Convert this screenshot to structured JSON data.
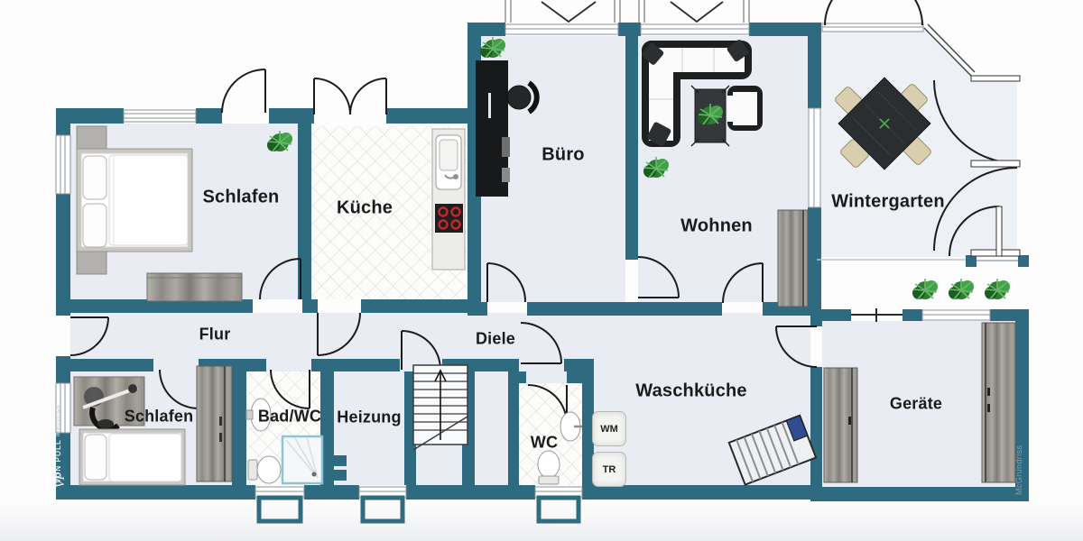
{
  "plan": {
    "kind": "floor-plan",
    "colors": {
      "wall": "#2e6b80",
      "floor": "#e9edf3",
      "wintergarten_floor": "#edf1f6",
      "tile_line": "#d9d6d0",
      "furniture_dark": "#1d1f21",
      "wood": "#938f8a",
      "plant_green": "#2e7d32",
      "basket_blue": "#2f4d8f",
      "label_text": "#1b1b1b"
    },
    "rooms": [
      {
        "id": "schlafen-1",
        "label": "Schlafen"
      },
      {
        "id": "kueche",
        "label": "Küche"
      },
      {
        "id": "buero",
        "label": "Büro"
      },
      {
        "id": "wohnen",
        "label": "Wohnen"
      },
      {
        "id": "wintergarten",
        "label": "Wintergarten"
      },
      {
        "id": "flur",
        "label": "Flur"
      },
      {
        "id": "diele",
        "label": "Diele"
      },
      {
        "id": "schlafen-2",
        "label": "Schlafen"
      },
      {
        "id": "bad-wc",
        "label": "Bad/WC"
      },
      {
        "id": "heizung",
        "label": "Heizung"
      },
      {
        "id": "wc",
        "label": "WC"
      },
      {
        "id": "waschkueche",
        "label": "Waschküche"
      },
      {
        "id": "geraete",
        "label": "Geräte"
      }
    ],
    "appliances": {
      "washer": "WM",
      "dryer": "TR"
    },
    "watermarks": {
      "left_primary": "VON POLL",
      "left_secondary": "IMMOBILIEN",
      "left_monogram": "VP",
      "right": "McGrundriss"
    }
  }
}
